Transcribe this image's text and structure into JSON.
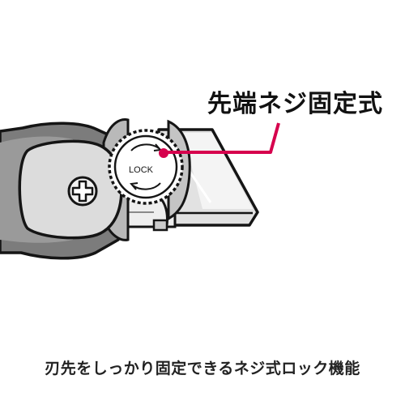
{
  "callout": {
    "title": "先端ネジ固定式",
    "accent_color": "#d6004d"
  },
  "dial": {
    "label": "LOCK"
  },
  "caption": {
    "text": "刃先をしっかり固定できるネジ式ロック機能"
  },
  "icons": {
    "screw": "phillips-screw-icon",
    "rotation": "rotation-arrows-icon"
  }
}
